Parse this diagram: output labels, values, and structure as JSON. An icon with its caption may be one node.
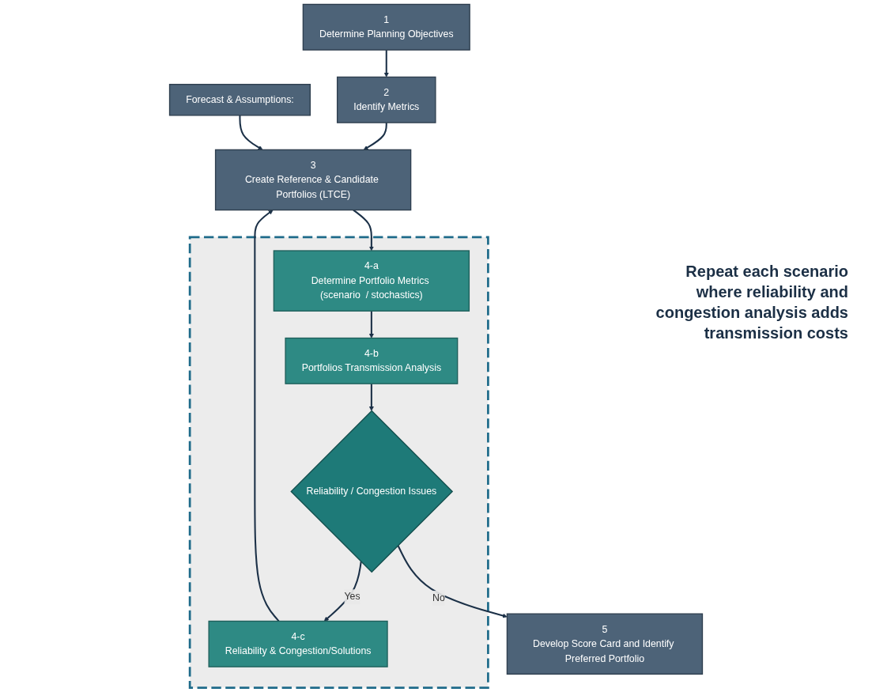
{
  "diagram": {
    "nodes": [
      {
        "text": [
          "1",
          "Determine Planning Objectives"
        ]
      },
      {
        "text": [
          "2",
          "Identify Metrics"
        ]
      },
      {
        "text": [
          "Forecast & Assumptions:"
        ]
      },
      {
        "text": [
          "3",
          "Create Reference & Candidate Portfolios (LTCE)"
        ]
      },
      {
        "text": [],
        "shape": "box"
      },
      {
        "text": [
          "4-a",
          "Determine Portfolio Metrics (scenario  / stochastics)"
        ],
        "in": 4
      },
      {
        "text": [
          "4-b",
          "Portfolios Transmission Analysis"
        ],
        "in": 4
      },
      {
        "text": [
          "Reliability / Congestion Issues"
        ],
        "in": 4
      },
      {
        "text": [
          "4-c",
          "Reliability & Congestion/Solutions"
        ],
        "in": 4
      },
      {
        "text": [
          "5",
          "Develop Score Card and Identify Preferred Portfolio"
        ]
      }
    ],
    "edges": [
      {
        "from": 0,
        "to": 1,
        "arrow": "to"
      },
      {
        "from": 1,
        "to": 3,
        "arrow": "to"
      },
      {
        "from": 2,
        "to": 3,
        "arrow": "to"
      },
      {
        "from": 3,
        "to": 5,
        "arrow": "to"
      },
      {
        "from": 5,
        "to": 6,
        "arrow": "to"
      },
      {
        "from": 6,
        "to": 7,
        "arrow": "to"
      },
      {
        "from": 7,
        "to": 8,
        "label": "Yes",
        "arrow": "to"
      },
      {
        "from": 7,
        "to": 9,
        "label": "No",
        "arrow": "to"
      },
      {
        "from": 8,
        "to": 3,
        "arrow": "to"
      }
    ],
    "labels": [
      "Repeat each scenario where reliability and congestion analysis adds transmission costs"
    ]
  }
}
